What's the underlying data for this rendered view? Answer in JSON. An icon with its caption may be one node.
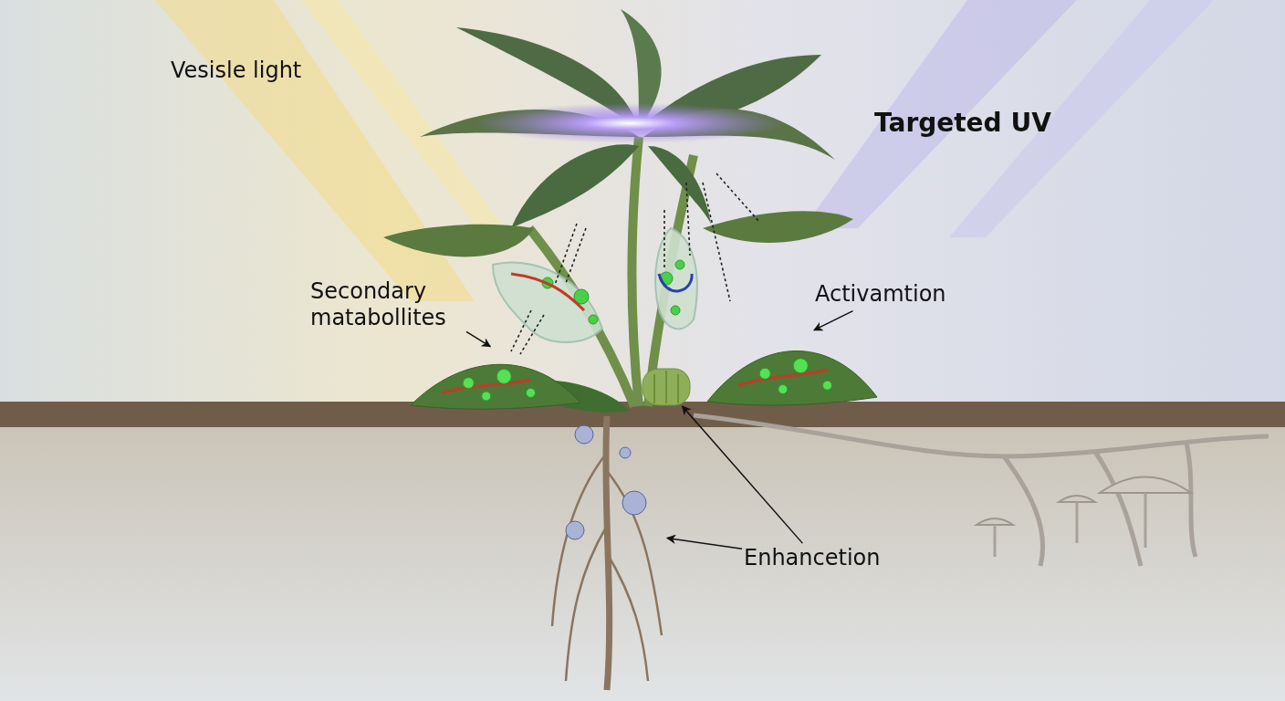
{
  "diagram": {
    "nodes": [
      {
        "text": [
          "Secondary matabollites"
        ]
      },
      {
        "text": [],
        "shape": "leaf"
      },
      {
        "text": [
          "Activamtion"
        ]
      },
      {
        "text": [],
        "shape": "leaf"
      },
      {
        "text": [
          "Enhancetion"
        ]
      },
      {
        "text": [],
        "shape": "stem"
      },
      {
        "text": [],
        "shape": "root"
      }
    ],
    "edges": [
      {
        "from": 0,
        "to": 1,
        "arrow": "to"
      },
      {
        "from": 2,
        "to": 3,
        "arrow": "to"
      },
      {
        "from": 4,
        "to": 5,
        "arrow": "to"
      },
      {
        "from": 4,
        "to": 6,
        "arrow": "to"
      }
    ],
    "labels": [
      "Vesisle light",
      "Targeted UV"
    ]
  }
}
